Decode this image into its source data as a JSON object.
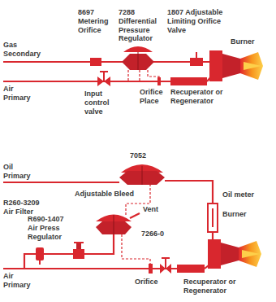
{
  "diagram": {
    "labels": [
      "8697 Metering Orifice",
      "7288 Differential Pressure Regulator",
      "1807 Adjustable Limiting Orifice Valve",
      "Gas Secondary",
      "Burner",
      "Air Primary",
      "Input control valve",
      "Orifice Place",
      "Recuperator or Regenerator",
      "7052",
      "Oil Primary",
      "Adjustable Bleed",
      "Oil meter",
      "Burner",
      "R260-3209 Air Filter",
      "R690-1407 Air Press Regulator",
      "7266-0",
      "Vent",
      "Air Primary",
      "Orifice",
      "Recuperator or Regenerator"
    ]
  }
}
